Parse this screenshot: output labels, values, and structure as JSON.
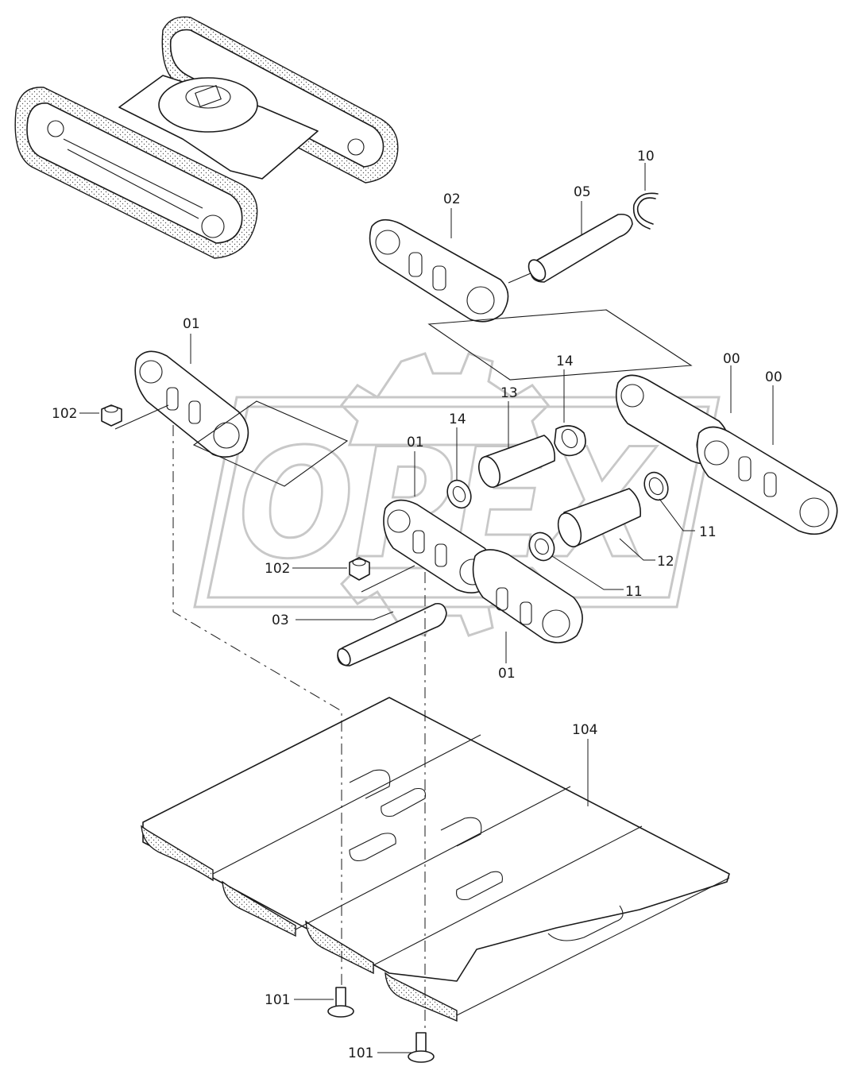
{
  "callouts": [
    {
      "id": "00a",
      "text": "00"
    },
    {
      "id": "00b",
      "text": "00"
    },
    {
      "id": "01a",
      "text": "01"
    },
    {
      "id": "01b",
      "text": "01"
    },
    {
      "id": "01c",
      "text": "01"
    },
    {
      "id": "02",
      "text": "02"
    },
    {
      "id": "03",
      "text": "03"
    },
    {
      "id": "05",
      "text": "05"
    },
    {
      "id": "10",
      "text": "10"
    },
    {
      "id": "11a",
      "text": "11"
    },
    {
      "id": "11b",
      "text": "11"
    },
    {
      "id": "12",
      "text": "12"
    },
    {
      "id": "13",
      "text": "13"
    },
    {
      "id": "14a",
      "text": "14"
    },
    {
      "id": "14b",
      "text": "14"
    },
    {
      "id": "101a",
      "text": "101"
    },
    {
      "id": "101b",
      "text": "101"
    },
    {
      "id": "102a",
      "text": "102"
    },
    {
      "id": "102b",
      "text": "102"
    },
    {
      "id": "104",
      "text": "104"
    }
  ],
  "watermark": {
    "text": "OPEX"
  },
  "icons": [
    "crawler-undercarriage-icon",
    "track-link-icon",
    "pin-icon",
    "bushing-icon",
    "seal-icon",
    "snap-ring-icon",
    "nut-icon",
    "bolt-icon",
    "track-shoe-icon"
  ]
}
